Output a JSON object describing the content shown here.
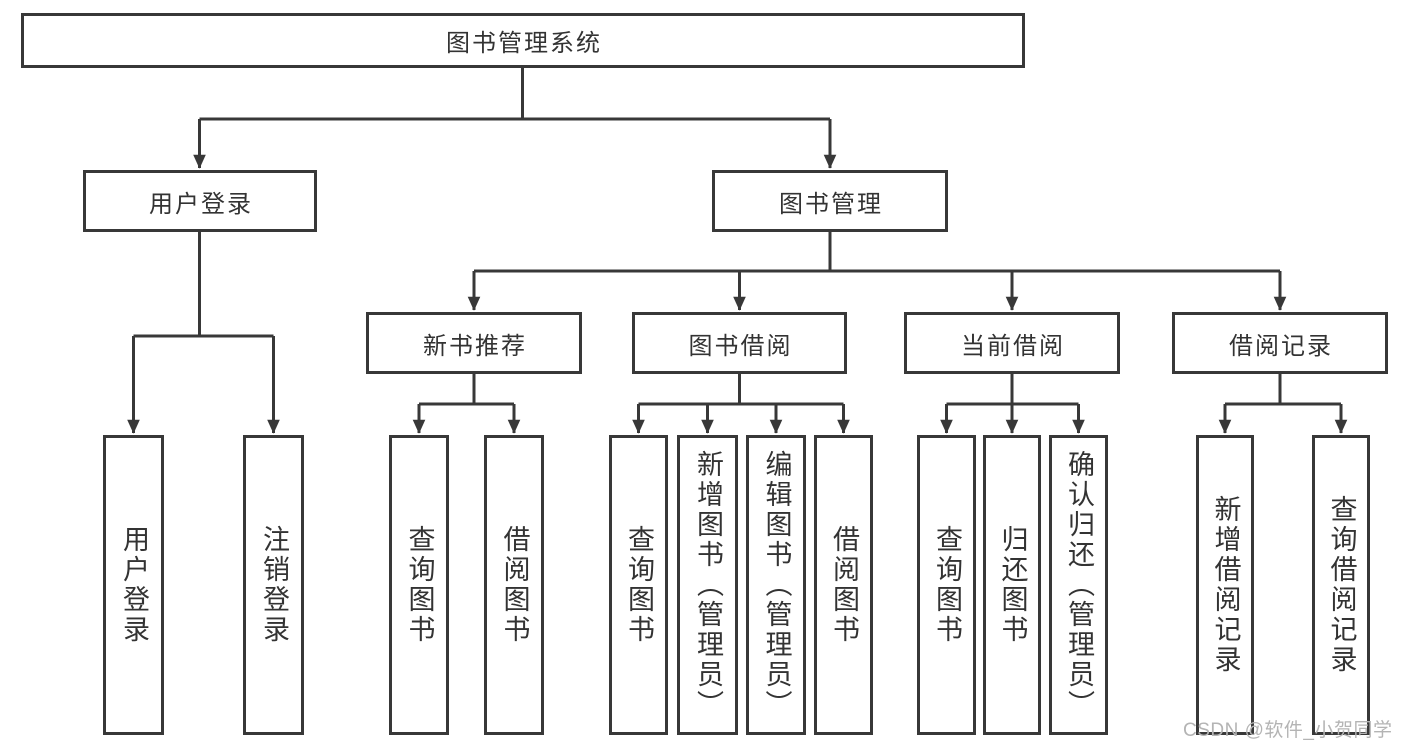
{
  "colors": {
    "line": "#383838",
    "text": "#333333",
    "boxbg": "#ffffff",
    "watermark": "#b4b4b4",
    "bg": "#ffffff"
  },
  "watermark": "CSDN @软件_小贺同学",
  "diagram": {
    "root": "图书管理系统",
    "branches": [
      {
        "label": "用户登录",
        "children": [
          "用户登录",
          "注销登录"
        ]
      },
      {
        "label": "图书管理",
        "sections": [
          {
            "label": "新书推荐",
            "children": [
              "查询图书",
              "借阅图书"
            ]
          },
          {
            "label": "图书借阅",
            "children": [
              "查询图书",
              "新增图书（管理员）",
              "编辑图书（管理员）",
              "借阅图书"
            ]
          },
          {
            "label": "当前借阅",
            "children": [
              "查询图书",
              "归还图书",
              "确认归还（管理员）"
            ]
          },
          {
            "label": "借阅记录",
            "children": [
              "新增借阅记录",
              "查询借阅记录"
            ]
          }
        ]
      }
    ]
  }
}
